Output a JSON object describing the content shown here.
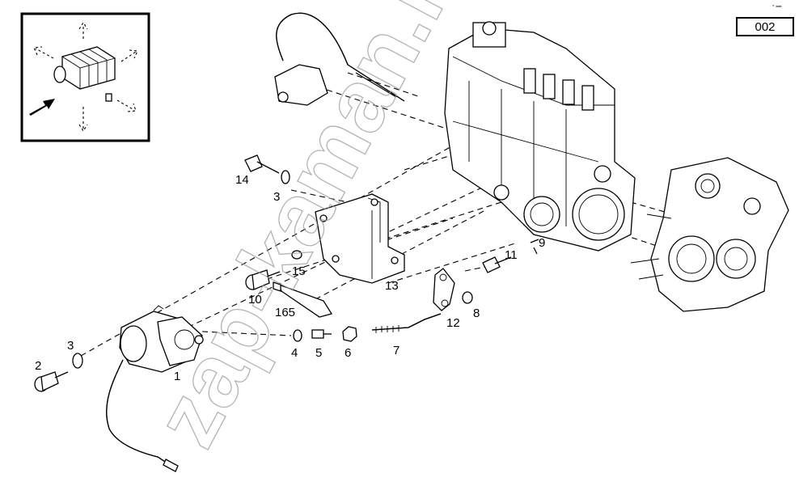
{
  "page_number": "002",
  "watermark": "zap-kaman.ru",
  "callouts": [
    "1",
    "2",
    "3",
    "3",
    "4",
    "5",
    "6",
    "7",
    "8",
    "9",
    "10",
    "11",
    "12",
    "13",
    "14",
    "15",
    "165"
  ],
  "icons": {
    "inset": "solenoid-location-inset-icon",
    "arrow": "direction-arrow-icon"
  }
}
